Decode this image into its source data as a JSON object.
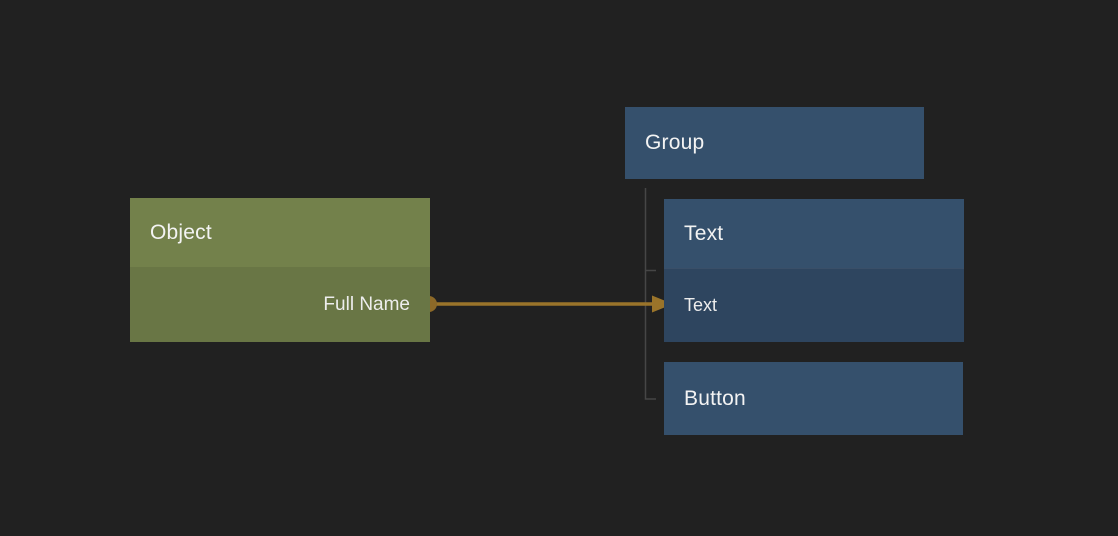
{
  "canvas": {
    "background": "#212121",
    "type": "node-editor-canvas"
  },
  "colors": {
    "object_node_header": "#73814B",
    "object_node_body": "#697645",
    "blue_node_header": "#35506C",
    "blue_node_body": "#2E455F",
    "connection_wire": "#9A742A",
    "output_port": "#8C6928",
    "tree_connector": "#464646",
    "label_text": "#F1F1F1"
  },
  "nodes": {
    "object": {
      "title": "Object",
      "output_port": {
        "label": "Full Name"
      }
    },
    "group": {
      "title": "Group"
    },
    "text": {
      "title": "Text",
      "input_row": {
        "label": "Text"
      }
    },
    "button": {
      "title": "Button"
    }
  },
  "connection": {
    "from": "Object / Full Name",
    "to": "Text / Text"
  },
  "tree": {
    "parent": "Group",
    "children": [
      "Text",
      "Button"
    ]
  }
}
